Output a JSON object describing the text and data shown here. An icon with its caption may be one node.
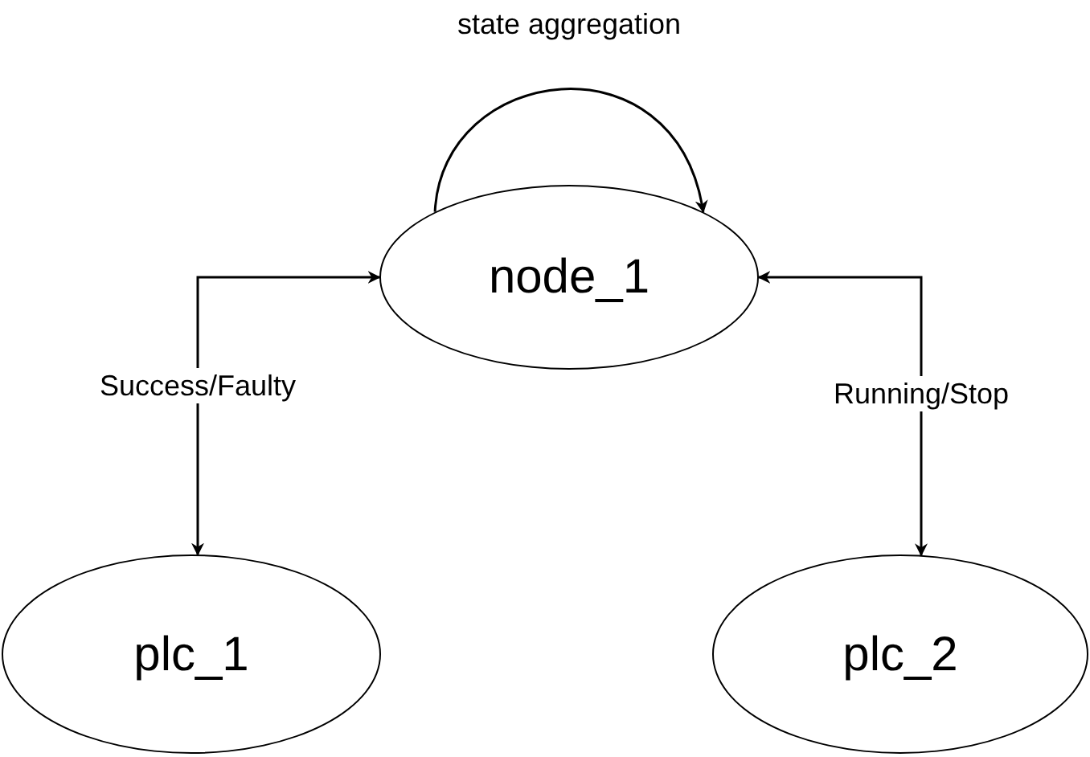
{
  "diagram": {
    "nodes": [
      {
        "text": [
          "node_1"
        ]
      },
      {
        "text": [
          "plc_1"
        ]
      },
      {
        "text": [
          "plc_2"
        ]
      }
    ],
    "edges": [
      {
        "from": 0,
        "to": 0,
        "arrow": "to",
        "label": "state aggregation"
      },
      {
        "from": 1,
        "to": 0,
        "arrow": "both",
        "label": "Success/Faulty"
      },
      {
        "from": 0,
        "to": 2,
        "arrow": "both",
        "label": "Running/Stop"
      }
    ]
  }
}
